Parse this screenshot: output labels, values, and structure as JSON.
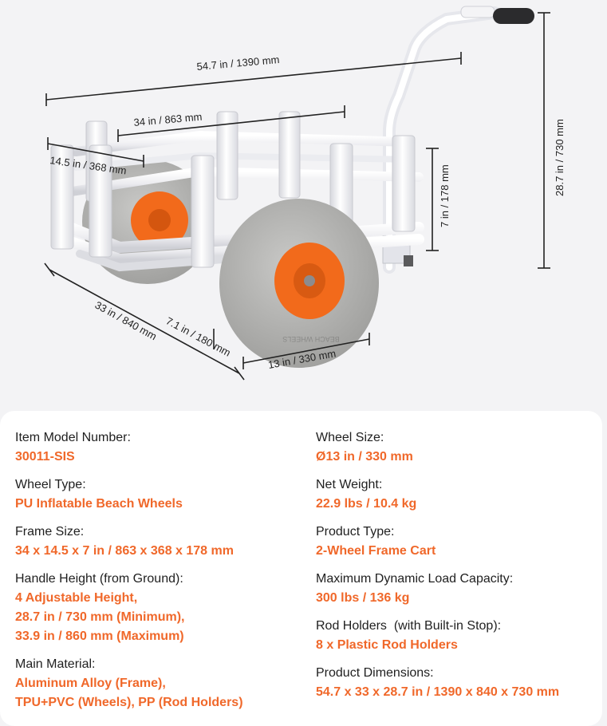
{
  "dimensions": {
    "length_overall": "54.7 in / 1390 mm",
    "frame_length": "34 in / 863 mm",
    "frame_width": "14.5 in / 368 mm",
    "frame_height": "7 in / 178 mm",
    "handle_height": "28.7 in / 730 mm",
    "depth_overall": "33 in / 840 mm",
    "wheel_width": "7.1 in / 180 mm",
    "wheel_diameter": "13 in / 330 mm"
  },
  "wheel_print": "BEACH WHEELS",
  "colors": {
    "accent": "#f0682a",
    "wheel_hub": "#f26a1b",
    "tire": "#b9b9b7",
    "frame": "#ffffff",
    "background": "#f3f3f5"
  },
  "specs": {
    "left": [
      {
        "label": "Item Model Number:",
        "values": [
          "30011-SIS"
        ]
      },
      {
        "label": "Wheel Type:",
        "values": [
          "PU Inflatable Beach Wheels"
        ]
      },
      {
        "label": "Frame Size:",
        "values": [
          "34 x 14.5 x 7 in / 863 x 368 x 178 mm"
        ]
      },
      {
        "label": "Handle Height (from Ground):",
        "values": [
          "4 Adjustable Height,",
          "28.7 in / 730 mm (Minimum),",
          "33.9 in / 860 mm (Maximum)"
        ]
      },
      {
        "label": "Main Material:",
        "values": [
          "Aluminum Alloy (Frame),",
          "TPU+PVC (Wheels), PP (Rod Holders)"
        ]
      }
    ],
    "right": [
      {
        "label": "Wheel Size:",
        "values": [
          "Ø13 in / 330 mm"
        ]
      },
      {
        "label": "Net Weight:",
        "values": [
          "22.9 lbs / 10.4 kg"
        ]
      },
      {
        "label": "Product Type:",
        "values": [
          "2-Wheel Frame Cart"
        ]
      },
      {
        "label": "Maximum Dynamic Load Capacity:",
        "values": [
          "300 lbs / 136 kg"
        ]
      },
      {
        "label": "Rod Holders  (with Built-in Stop):",
        "values": [
          "8 x Plastic Rod Holders"
        ]
      },
      {
        "label": "Product Dimensions:",
        "values": [
          "54.7 x 33 x 28.7 in / 1390 x 840 x 730 mm"
        ]
      }
    ]
  }
}
